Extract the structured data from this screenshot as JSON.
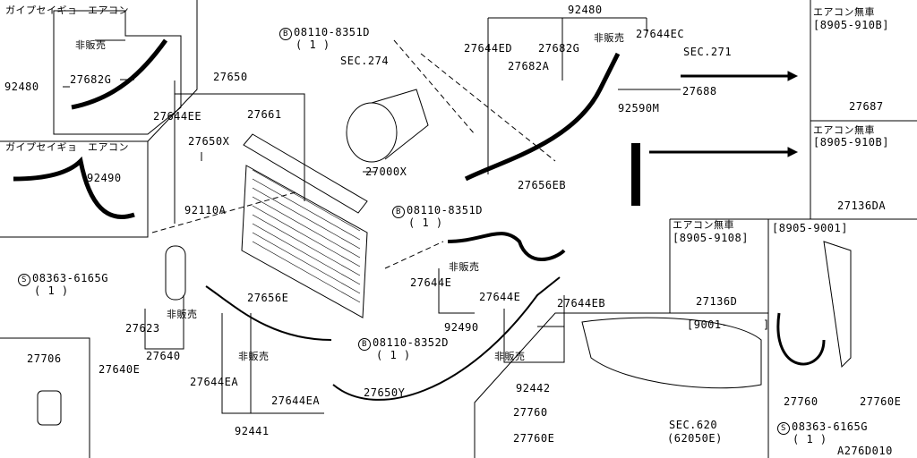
{
  "diagram_id": "A276D010",
  "labels": {
    "variant_top_left": "ガイプセイギョ　エアコン",
    "variant_mid_left": "ガイプセイギョ　エアコン",
    "not_for_sale": "非販売",
    "p27682G": "27682G",
    "p92480": "92480",
    "p92490": "92490",
    "p27644EE": "27644EE",
    "p27650": "27650",
    "p27661": "27661",
    "p27650X": "27650X",
    "p92110A": "92110A",
    "bolt_08110_8351D": "08110-8351D",
    "qty1": "( 1 )",
    "sec274": "SEC.274",
    "p27000X": "27000X",
    "p27644ED": "27644ED",
    "p27644EC": "27644EC",
    "sec271": "SEC.271",
    "p27682A": "27682A",
    "p27688": "27688",
    "p92590M": "92590M",
    "p27656EB": "27656EB",
    "screw_08363_6165G": "08363-6165G",
    "p27656E": "27656E",
    "p27644E": "27644E",
    "p27644EB": "27644EB",
    "p27623": "27623",
    "p27640": "27640",
    "p27640E": "27640E",
    "bolt_08110_8352D": "08110-8352D",
    "p27706": "27706",
    "p27644EA": "27644EA",
    "p27650Y": "27650Y",
    "p92441": "92441",
    "p92442": "92442",
    "no_ac_1": "エアコン無車",
    "range_8905_910B": "[8905-910B]",
    "p27687": "27687",
    "p27136DA": "27136DA",
    "range_8905_9108": "[8905-9108]",
    "p27136D": "27136D",
    "range_8905_9001": "[8905-9001]",
    "range_9001": "[9001-     ]",
    "p27760": "27760",
    "p27760E": "27760E",
    "sec620": "SEC.620",
    "p62050E": "(62050E)",
    "circle_B": "B",
    "circle_S": "S"
  }
}
